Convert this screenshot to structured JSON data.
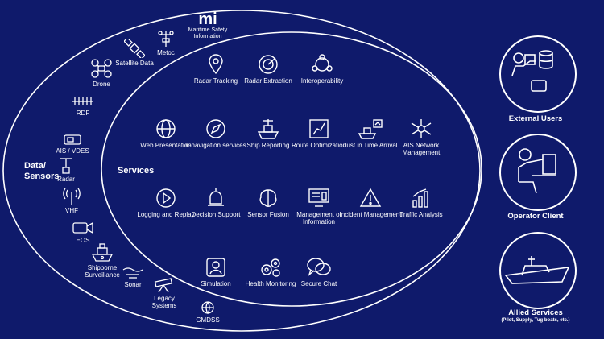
{
  "title": {
    "logo_mark": "mi",
    "subtitle": "Maritime Safety Information"
  },
  "sections": {
    "data_sensors": "Data/ Sensors",
    "services": "Services"
  },
  "sensors": [
    {
      "id": "satellite",
      "label": "Satellite Data",
      "icon": "satellite-icon"
    },
    {
      "id": "metoc",
      "label": "Metoc",
      "icon": "metoc-icon"
    },
    {
      "id": "drone",
      "label": "Drone",
      "icon": "drone-icon"
    },
    {
      "id": "rdf",
      "label": "RDF",
      "icon": "antenna-icon"
    },
    {
      "id": "ais",
      "label": "AIS / VDES",
      "icon": "ais-icon"
    },
    {
      "id": "radar",
      "label": "Radar",
      "icon": "radar-mast-icon"
    },
    {
      "id": "vhf",
      "label": "VHF",
      "icon": "vhf-icon"
    },
    {
      "id": "eos",
      "label": "EOS",
      "icon": "camera-icon"
    },
    {
      "id": "shipborne",
      "label": "Shipborne Surveillance",
      "icon": "ship-icon"
    },
    {
      "id": "sonar",
      "label": "Sonar",
      "icon": "sonar-icon"
    },
    {
      "id": "legacy",
      "label": "Legacy Systems",
      "icon": "telescope-icon"
    },
    {
      "id": "gmdss",
      "label": "GMDSS",
      "icon": "gmdss-icon"
    }
  ],
  "services": [
    {
      "id": "radar_tracking",
      "label": "Radar Tracking",
      "icon": "map-pin-icon"
    },
    {
      "id": "radar_extraction",
      "label": "Radar Extraction",
      "icon": "radar-icon"
    },
    {
      "id": "interop",
      "label": "Interoperability",
      "icon": "network-icon"
    },
    {
      "id": "web",
      "label": "Web Presentation",
      "icon": "www-globe-icon"
    },
    {
      "id": "enav",
      "label": "e-navigation services",
      "icon": "compass-icon"
    },
    {
      "id": "ship_rep",
      "label": "Ship Reporting",
      "icon": "ship-report-icon"
    },
    {
      "id": "route",
      "label": "Route Optimization",
      "icon": "route-icon"
    },
    {
      "id": "jit",
      "label": "Just in Time Arrival",
      "icon": "ship-arrival-icon"
    },
    {
      "id": "ais_net",
      "label": "AIS Network Management",
      "icon": "network-star-icon"
    },
    {
      "id": "logging",
      "label": "Logging and Replay",
      "icon": "play-icon"
    },
    {
      "id": "decision",
      "label": "Decision Support",
      "icon": "alarm-bell-icon"
    },
    {
      "id": "fusion",
      "label": "Sensor Fusion",
      "icon": "brain-icon"
    },
    {
      "id": "info_mgmt",
      "label": "Management of Information",
      "icon": "dashboard-icon"
    },
    {
      "id": "incident",
      "label": "Incident Management",
      "icon": "warning-icon"
    },
    {
      "id": "traffic",
      "label": "Traffic Analysis",
      "icon": "bar-chart-icon"
    },
    {
      "id": "simulation",
      "label": "Simulation",
      "icon": "simulation-icon"
    },
    {
      "id": "health",
      "label": "Health Monitoring",
      "icon": "gears-icon"
    },
    {
      "id": "chat",
      "label": "Secure Chat",
      "icon": "chat-icon"
    }
  ],
  "clients": [
    {
      "id": "external",
      "label": "External Users",
      "sub": "",
      "icon": "external-users-icon"
    },
    {
      "id": "operator",
      "label": "Operator Client",
      "sub": "",
      "icon": "operator-icon"
    },
    {
      "id": "allied",
      "label": "Allied Services",
      "sub": "(Pilot, Supply, Tug boats, etc.)",
      "icon": "patrol-boat-icon"
    }
  ],
  "colors": {
    "background": "#0f1a6b",
    "foreground": "#ffffff"
  }
}
